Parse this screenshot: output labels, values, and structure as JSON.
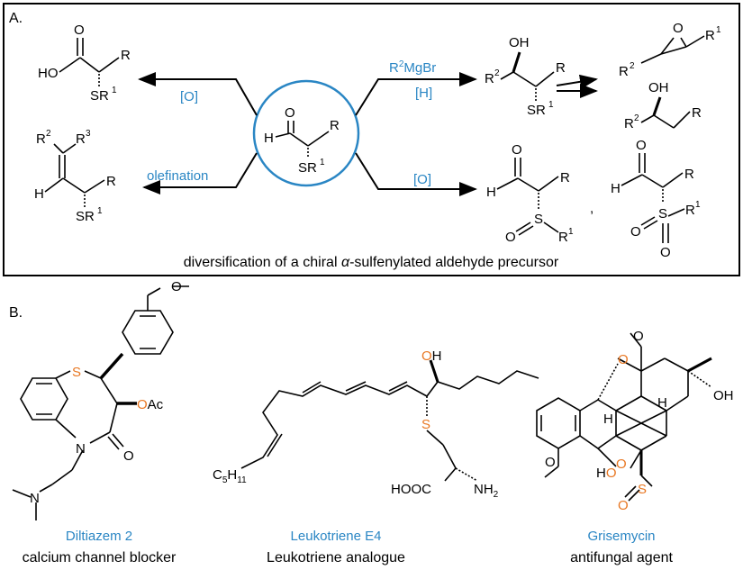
{
  "panel_a": {
    "label": "A.",
    "caption_pre": "diversification of a chiral ",
    "caption_alpha": "α",
    "caption_post": "-sulfenylated aldehyde precursor",
    "arrows": {
      "oxidation_acid": "[O]",
      "grignard": "R²MgBr",
      "grignard_reagent": "MgBr",
      "reduction": "[H]",
      "olefination": "olefination",
      "oxidation_sulfur": "[O]"
    }
  },
  "panel_b": {
    "label": "B.",
    "compounds": [
      {
        "name": "Diltiazem 2",
        "description": "calcium channel blocker"
      },
      {
        "name": "Leukotriene E4",
        "description": "Leukotriene analogue"
      },
      {
        "name": "Grisemycin",
        "description": "antifungal agent"
      }
    ]
  },
  "atoms": {
    "O": "O",
    "H": "H",
    "HO": "HO",
    "OH": "OH",
    "R": "R",
    "S": "S",
    "SR": "SR",
    "one": "1",
    "two": "2",
    "three": "3",
    "R2": "R",
    "OAc_O": "O",
    "OAc_rest": "Ac",
    "N": "N",
    "HOOC": "HOOC",
    "NH": "NH",
    "sub2": "2",
    "C5": "C",
    "sub5": "5",
    "H11": "H",
    "sub11": "11"
  },
  "colors": {
    "accent_blue": "#2a86c4",
    "heteroatom_orange": "#e87722"
  }
}
